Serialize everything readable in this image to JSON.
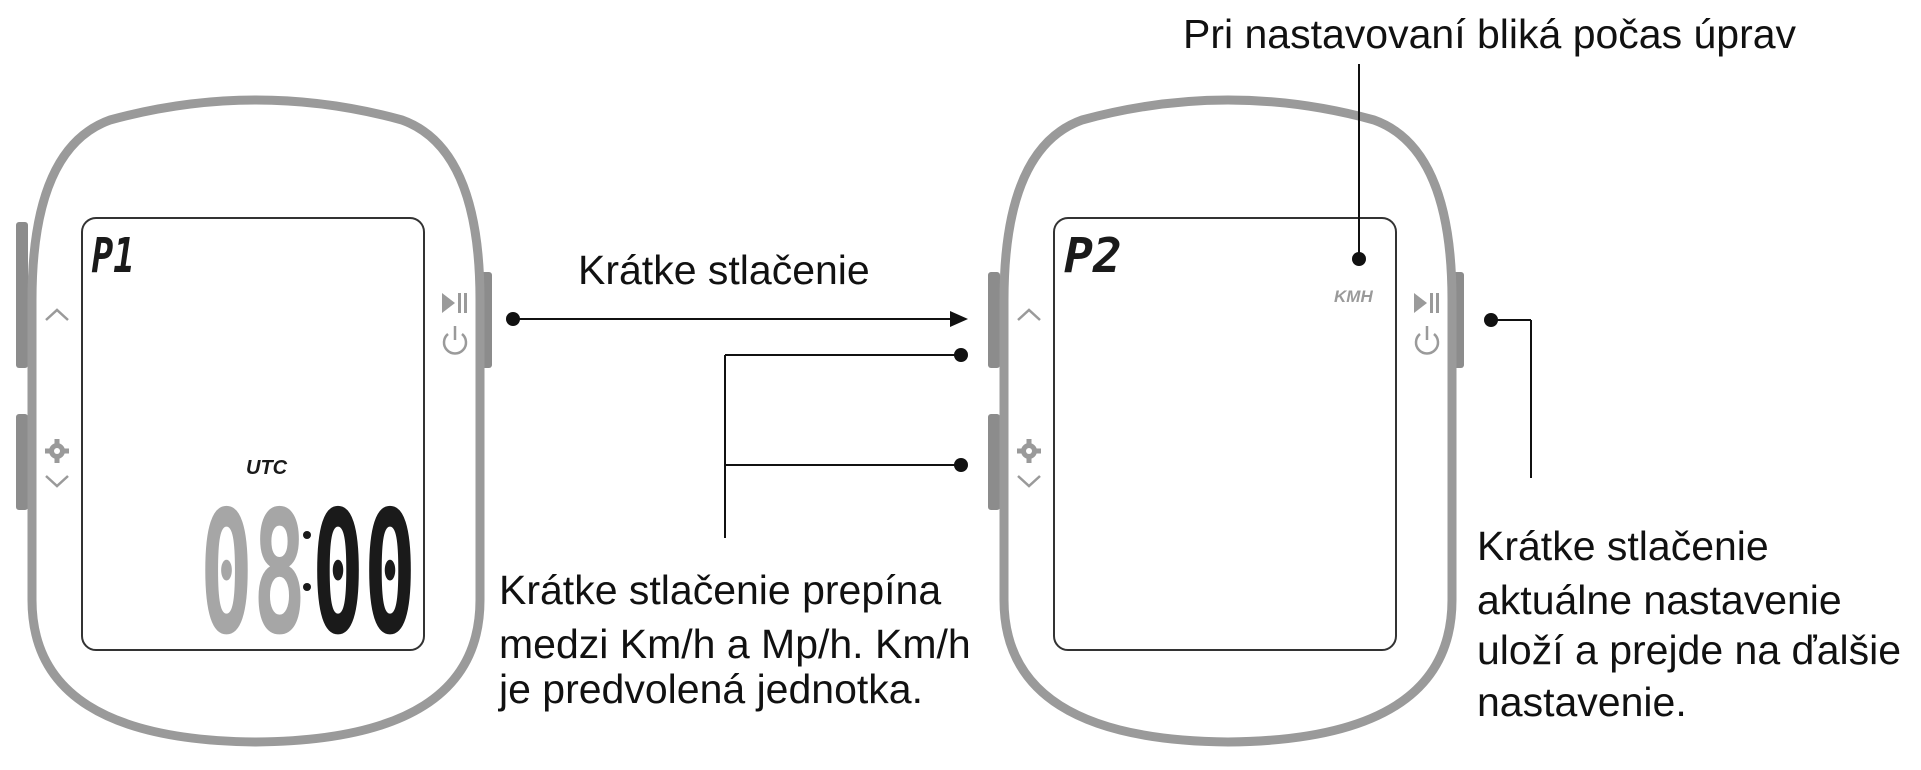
{
  "annotations": {
    "top_callout": "Pri nastavovaní bliká počas úprav",
    "short_press_arrow": "Krátke stlačenie",
    "toggle_note": [
      "Krátke stlačenie prepína",
      "medzi Km/h a Mp/h. Km/h",
      "je predvolená jednotka."
    ],
    "save_note": [
      "Krátke stlačenie",
      "aktuálne nastavenie",
      "uloží a prejde na ďalšie",
      "nastavenie."
    ]
  },
  "device_left": {
    "page_label": "P1",
    "timezone_label": "UTC",
    "hours": "08",
    "minutes": "00"
  },
  "device_right": {
    "page_label": "P2",
    "unit_label": "KMH"
  },
  "icons": [
    "chevron-up-icon",
    "gear-icon",
    "chevron-down-icon",
    "play-pause-icon",
    "power-icon"
  ],
  "colors": {
    "device_outline": "#9a9a9a",
    "button": "#8c8c8c",
    "screen_border": "#333333",
    "digits_dim": "#a6a6a6",
    "digits_dark": "#1a1a1a",
    "line": "#111111"
  }
}
